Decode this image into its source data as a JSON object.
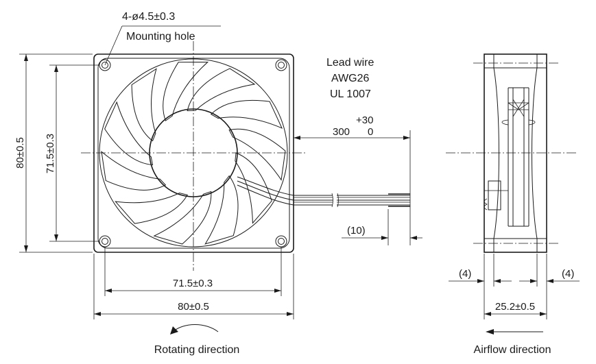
{
  "labels": {
    "mounting_dim": "4-ø4.5±0.3",
    "mounting_label": "Mounting hole",
    "lead_wire_1": "Lead wire",
    "lead_wire_2": "AWG26",
    "lead_wire_3": "UL 1007",
    "lead_len_tol": "+30",
    "lead_len_main": "300",
    "lead_len_tol_low": "0",
    "strip_len": "(10)",
    "height_outer": "80±0.5",
    "height_inner": "71.5±0.3",
    "width_inner": "71.5±0.3",
    "width_outer": "80±0.5",
    "rotating": "Rotating direction",
    "side_gap_left": "(4)",
    "side_gap_right": "(4)",
    "depth": "25.2±0.5",
    "airflow": "Airflow direction"
  }
}
